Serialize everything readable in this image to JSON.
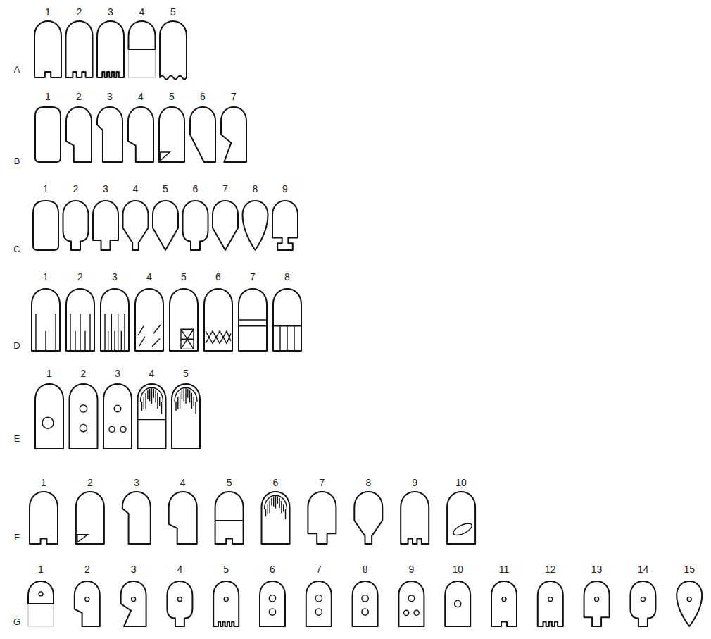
{
  "diagram": {
    "labels": [
      "1",
      "2",
      "3",
      "4",
      "5",
      "A",
      "1",
      "2",
      "3",
      "4",
      "5",
      "6",
      "7",
      "B",
      "1",
      "2",
      "3",
      "4",
      "5",
      "6",
      "7",
      "8",
      "9",
      "C",
      "1",
      "2",
      "3",
      "4",
      "5",
      "6",
      "7",
      "8",
      "D",
      "1",
      "2",
      "3",
      "4",
      "5",
      "E",
      "1",
      "2",
      "3",
      "4",
      "5",
      "6",
      "7",
      "8",
      "9",
      "10",
      "F",
      "1",
      "2",
      "3",
      "4",
      "5",
      "6",
      "7",
      "8",
      "9",
      "10",
      "11",
      "12",
      "13",
      "14",
      "15",
      "G"
    ]
  }
}
